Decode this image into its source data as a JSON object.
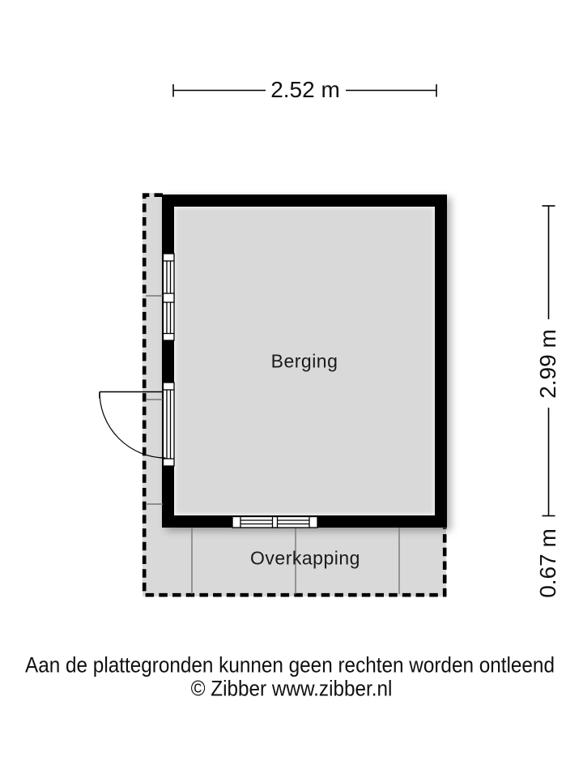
{
  "plan": {
    "rooms": {
      "main": {
        "label": "Berging"
      },
      "canopy": {
        "label": "Overkapping"
      }
    },
    "dimensions": {
      "width": {
        "label": "2.52 m"
      },
      "height_main": {
        "label": "2.99 m"
      },
      "height_canopy": {
        "label": "0.67 m"
      }
    }
  },
  "footer": {
    "disclaimer": "Aan de plattegronden kunnen geen rechten worden ontleend",
    "credit": "© Zibber www.zibber.nl"
  },
  "colors": {
    "wall": "#000000",
    "floor": "#d9d9d9",
    "background": "#ffffff",
    "dashed_boundary": "#000000",
    "divider_line": "#777777"
  }
}
